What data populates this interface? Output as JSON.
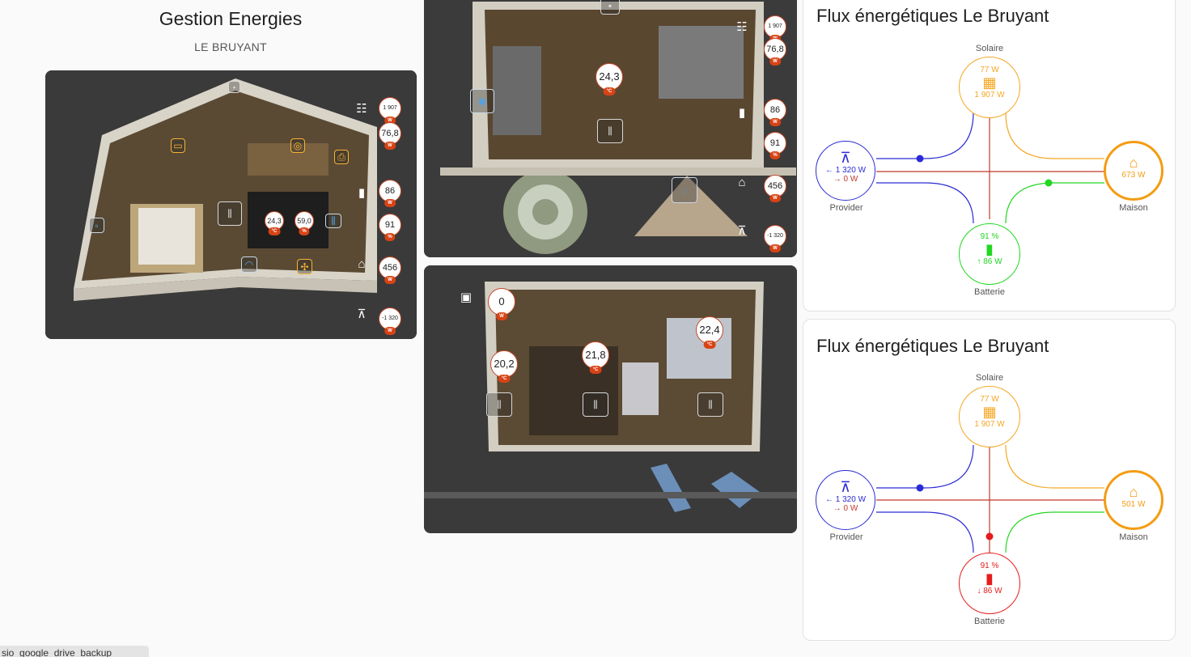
{
  "header": {
    "title": "Gestion Energies",
    "subtitle": "LE BRUYANT"
  },
  "plan_main": {
    "badges": [
      {
        "id": "solar",
        "value": "1 907",
        "unit": "W"
      },
      {
        "id": "power",
        "value": "76,8",
        "unit": "W"
      },
      {
        "id": "battery",
        "value": "86",
        "unit": "W"
      },
      {
        "id": "battery-soc",
        "value": "91",
        "unit": "%"
      },
      {
        "id": "house",
        "value": "456",
        "unit": "W"
      },
      {
        "id": "grid",
        "value": "-1 320",
        "unit": "W"
      },
      {
        "id": "temp",
        "value": "24,3",
        "unit": "°C"
      },
      {
        "id": "humidity",
        "value": "59,0",
        "unit": "%"
      }
    ]
  },
  "plan_ground": {
    "badges": [
      {
        "id": "temp",
        "value": "24,3",
        "unit": "°C"
      },
      {
        "id": "solar",
        "value": "1 907",
        "unit": "W"
      },
      {
        "id": "power",
        "value": "76,8",
        "unit": "W"
      },
      {
        "id": "battery",
        "value": "86",
        "unit": "W"
      },
      {
        "id": "battery-soc",
        "value": "91",
        "unit": "%"
      },
      {
        "id": "house",
        "value": "456",
        "unit": "W"
      },
      {
        "id": "grid",
        "value": "-1 320",
        "unit": "W"
      }
    ]
  },
  "plan_upper": {
    "badges": [
      {
        "id": "power",
        "value": "0",
        "unit": "W"
      },
      {
        "id": "temp-left",
        "value": "20,2",
        "unit": "°C"
      },
      {
        "id": "temp-center",
        "value": "21,8",
        "unit": "°C"
      },
      {
        "id": "temp-right",
        "value": "22,4",
        "unit": "°C"
      }
    ]
  },
  "flux1": {
    "title": "Flux énergétiques Le Bruyant",
    "solar": {
      "label": "Solaire",
      "power": "77 W",
      "total": "1 907 W"
    },
    "grid": {
      "label": "Provider",
      "import": "← 1 320 W",
      "export": "→ 0 W"
    },
    "home": {
      "label": "Maison",
      "power": "673 W"
    },
    "battery": {
      "label": "Batterie",
      "soc": "91 %",
      "power": "↑ 86 W"
    }
  },
  "flux2": {
    "title": "Flux énergétiques Le Bruyant",
    "solar": {
      "label": "Solaire",
      "power": "77 W",
      "total": "1 907 W"
    },
    "grid": {
      "label": "Provider",
      "import": "← 1 320 W",
      "export": "→ 0 W"
    },
    "home": {
      "label": "Maison",
      "power": "501 W"
    },
    "battery": {
      "label": "Batterie",
      "soc": "91 %",
      "power": "↓ 86 W"
    }
  },
  "snackbar": {
    "text": "sio_google_drive_backup"
  },
  "colors": {
    "solar": "#f5a623",
    "grid": "#2b2bd6",
    "home": "#f39c12",
    "battery_charge": "#22d622",
    "battery_discharge": "#e51c1c",
    "grid_line": "#c0392b",
    "badge_unit": "#d84315"
  }
}
